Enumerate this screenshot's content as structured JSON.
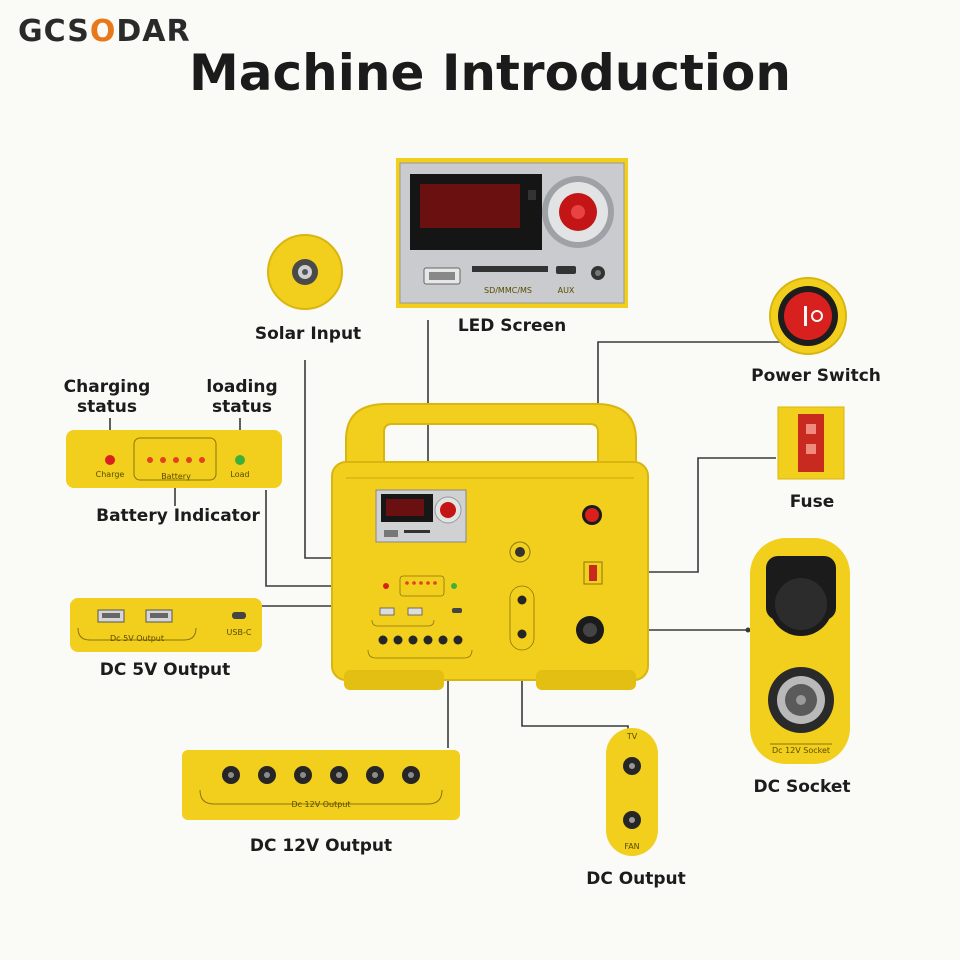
{
  "brand": {
    "prefix": "GCS",
    "accent": "O",
    "suffix": "DAR"
  },
  "title": "Machine Introduction",
  "parts": {
    "solar_input": "Solar Input",
    "led_screen": "LED Screen",
    "power_switch": "Power Switch",
    "fuse": "Fuse",
    "charging_status_line1": "Charging",
    "charging_status_line2": "status",
    "loading_status_line1": "loading",
    "loading_status_line2": "status",
    "battery_indicator": "Battery Indicator",
    "dc_5v_output": "DC 5V Output",
    "dc_12v_output": "DC 12V Output",
    "dc_output": "DC Output",
    "dc_socket": "DC Socket"
  },
  "panel_text": {
    "charge": "Charge",
    "load": "Load",
    "battery": "Battery",
    "dc5v": "Dc 5V Output",
    "usbc": "USB-C",
    "dc12v": "Dc 12V Output",
    "tv": "TV",
    "fan": "FAN",
    "dc12v_socket": "Dc 12V Socket",
    "sd_card": "SD/MMC/MS",
    "aux": "AUX"
  },
  "colors": {
    "yellow": "#f2cf1d",
    "yellow_dark": "#d9b50f",
    "leader": "#3a3a3a",
    "red": "#d8201e",
    "green": "#3fae3a",
    "accent": "#e8791a"
  }
}
